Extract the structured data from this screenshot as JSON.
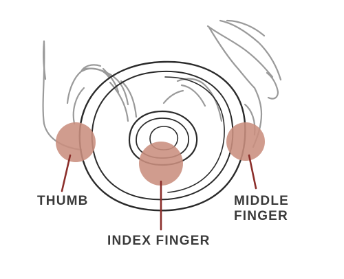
{
  "labels": {
    "thumb": "THUMB",
    "index_finger": "INDEX FINGER",
    "middle_finger_line1": "MIDDLE",
    "middle_finger_line2": "FINGER"
  },
  "colors": {
    "contact_point": "#c98e7e",
    "leader_line": "#8b2e2a",
    "hand_outline": "#9a9a9a",
    "cup_outline": "#2a2a2a",
    "label_text": "#3a3a3a"
  },
  "icons": {
    "hand": "hand-outline-icon",
    "cup": "menstrual-cup-base-icon"
  }
}
